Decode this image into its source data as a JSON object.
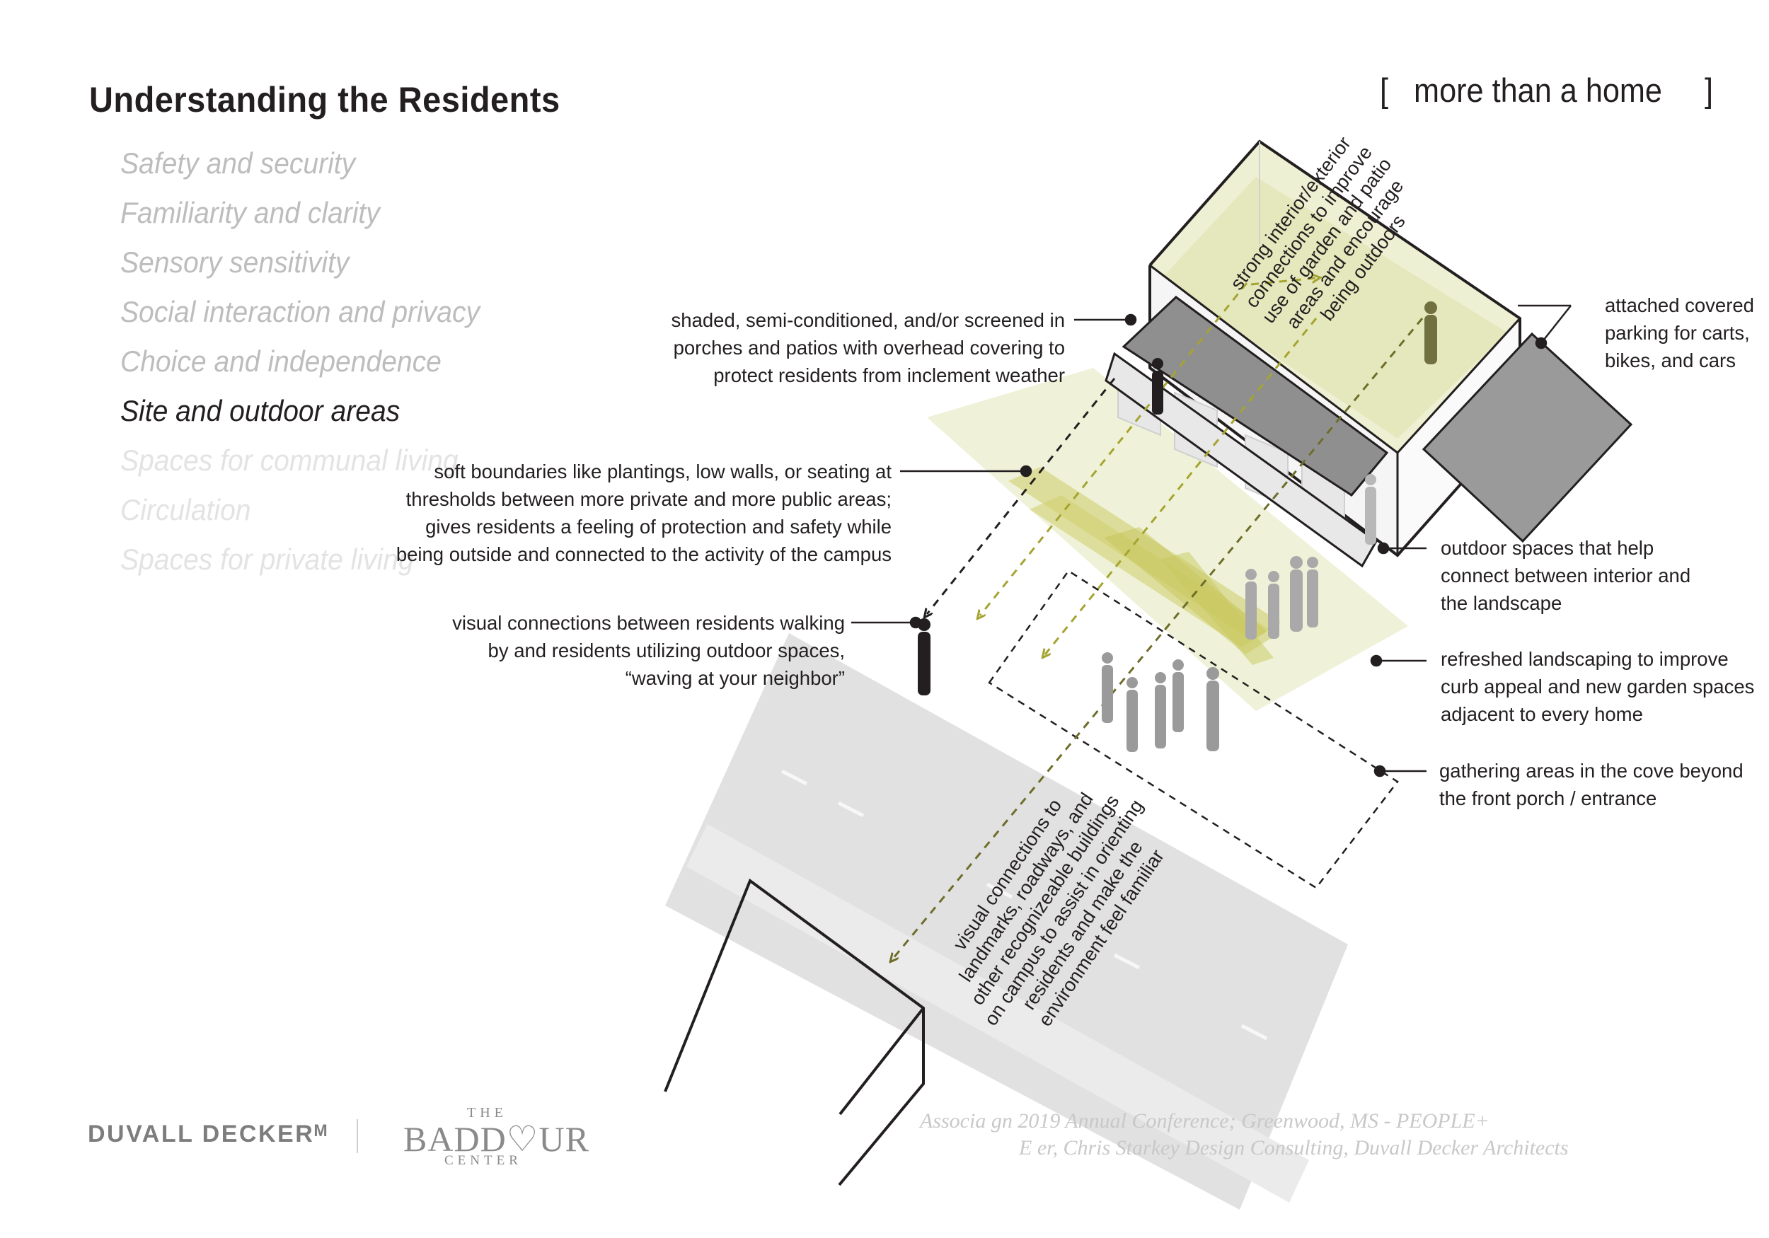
{
  "header": {
    "title": "Understanding the Residents",
    "tagline": "[   more than a home     ]"
  },
  "topics": [
    {
      "label": "Safety and security",
      "state": "inactive"
    },
    {
      "label": "Familiarity and clarity",
      "state": "inactive"
    },
    {
      "label": "Sensory sensitivity",
      "state": "inactive"
    },
    {
      "label": "Social interaction and privacy",
      "state": "inactive"
    },
    {
      "label": "Choice and independence",
      "state": "inactive"
    },
    {
      "label": "Site and outdoor areas",
      "state": "active"
    },
    {
      "label": "Spaces for communal living",
      "state": "faint"
    },
    {
      "label": "Circulation",
      "state": "inactive"
    },
    {
      "label": "Spaces for private living",
      "state": "faint"
    }
  ],
  "callouts": {
    "porches": [
      "shaded, semi-conditioned, and/or screened in",
      "porches and patios with overhead covering to",
      "protect residents from inclement weather"
    ],
    "boundaries": [
      "soft boundaries like plantings, low walls, or seating at",
      "thresholds between more private and more public areas;",
      "gives residents a feeling of protection and safety while",
      "being outside and connected to the activity of the campus"
    ],
    "neighbor": [
      "visual connections between residents walking",
      "by and residents utilizing outdoor spaces,",
      "“waving at your neighbor”"
    ],
    "parking": [
      "attached covered",
      "parking for carts,",
      "bikes, and cars"
    ],
    "outdoor_spaces": [
      "outdoor spaces that help",
      "connect between interior and",
      "the landscape"
    ],
    "landscaping": [
      "refreshed landscaping to improve",
      "curb appeal and new garden spaces",
      "adjacent to every home"
    ],
    "gathering": [
      "gathering areas in the cove beyond",
      "the front porch / entrance"
    ],
    "interior_exterior": [
      "strong interior/exterior",
      "connections to improve",
      "use of garden and patio",
      "areas and encourage",
      "being outdoors"
    ],
    "landmarks": [
      "visual connections to",
      "landmarks, roadways, and",
      "other recognizeable buildings",
      "on campus to assist in orienting",
      "residents and make the",
      "environment feel familiar"
    ]
  },
  "footer": {
    "logo_primary": "DUVALL DECKERᴹ",
    "logo_secondary_the": "THE",
    "logo_secondary_name": "BADD♡UR",
    "logo_secondary_center": "CENTER",
    "credit_line1": "Associa                        gn 2019 Annual Conference; Greenwood, MS - PEOPLE+",
    "credit_line2": "E                          er, Chris Starkey Design Consulting, Duvall Decker Architects"
  },
  "colors": {
    "accent_green": "#b5b43c",
    "pale_green": "#edf0d2",
    "text_dark": "#231f20",
    "inactive_grey": "#bdbdbd",
    "road_grey": "#e1e1e1"
  }
}
